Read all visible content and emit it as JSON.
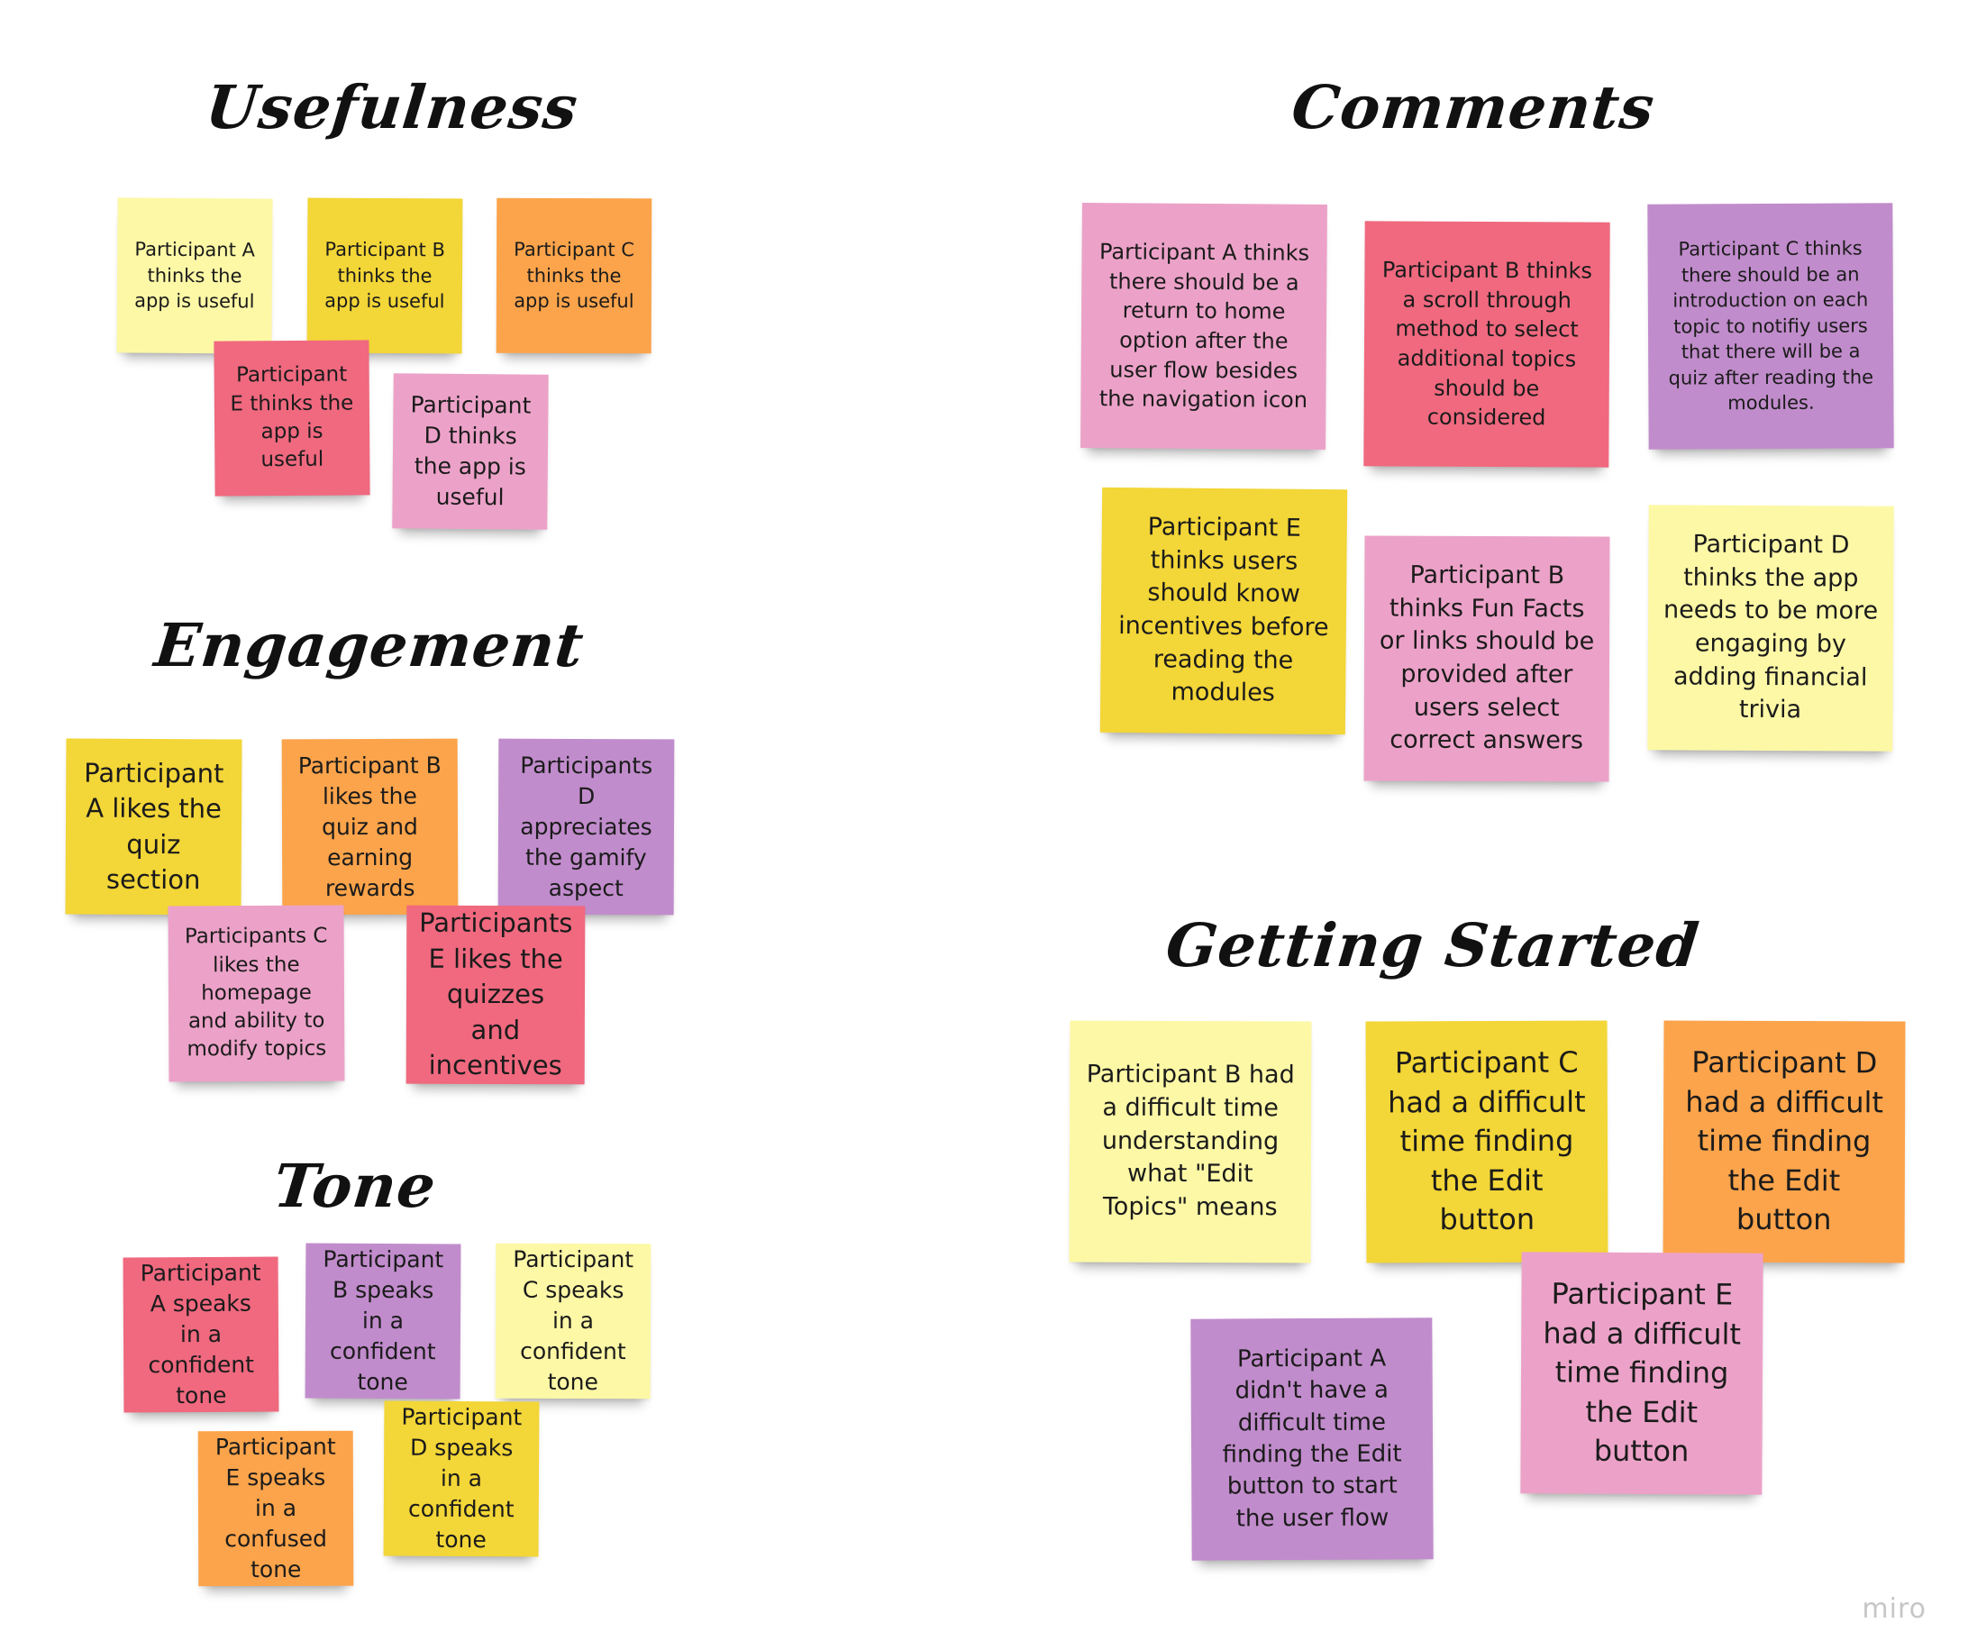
{
  "colors": {
    "light_yellow": "#fdf8a6",
    "yellow": "#f3d637",
    "orange": "#fca44b",
    "red": "#f0697f",
    "pink": "#eca2c8",
    "purple": "#c18ccc"
  },
  "sections": {
    "usefulness": {
      "title": "Usefulness",
      "notes": [
        "Participant A thinks the app is useful",
        "Participant B thinks the app is useful",
        "Participant C thinks the app is useful",
        "Participant E thinks the app is useful",
        "Participant D thinks the app is useful"
      ]
    },
    "engagement": {
      "title": "Engagement",
      "notes": [
        "Participant A likes the quiz section",
        "Participant B likes the quiz and earning rewards",
        "Participants D appreciates the gamify aspect",
        "Participants C likes the homepage and ability to modify topics",
        "Participants E likes the quizzes and incentives"
      ]
    },
    "tone": {
      "title": "Tone",
      "notes": [
        "Participant A speaks in a confident tone",
        "Participant B speaks in a confident tone",
        "Participant C speaks in a confident tone",
        "Participant E speaks in a confused tone",
        "Participant D speaks in a confident tone"
      ]
    },
    "comments": {
      "title": "Comments",
      "notes": [
        "Participant A thinks there should be a return to home option after the user flow besides the navigation icon",
        "Participant B thinks a scroll through method to select additional topics should be considered",
        "Participant C thinks there should be an introduction on each topic to notifiy users that there will be a quiz after reading the modules.",
        "Participant E thinks users should know incentives  before reading the modules",
        "Participant B thinks Fun Facts or links should be provided after users select correct answers",
        "Participant D thinks the app needs to be more engaging by adding  financial trivia"
      ]
    },
    "getting_started": {
      "title": "Getting Started",
      "notes": [
        "Participant B had a difficult time understanding what \"Edit Topics\" means",
        "Participant C had a difficult time  finding the Edit button",
        "Participant D had a difficult time finding the Edit button",
        "Participant A didn't have a difficult time finding the Edit button to start the user flow",
        "Participant E had a difficult time finding the Edit button"
      ]
    }
  },
  "watermark": "miro"
}
